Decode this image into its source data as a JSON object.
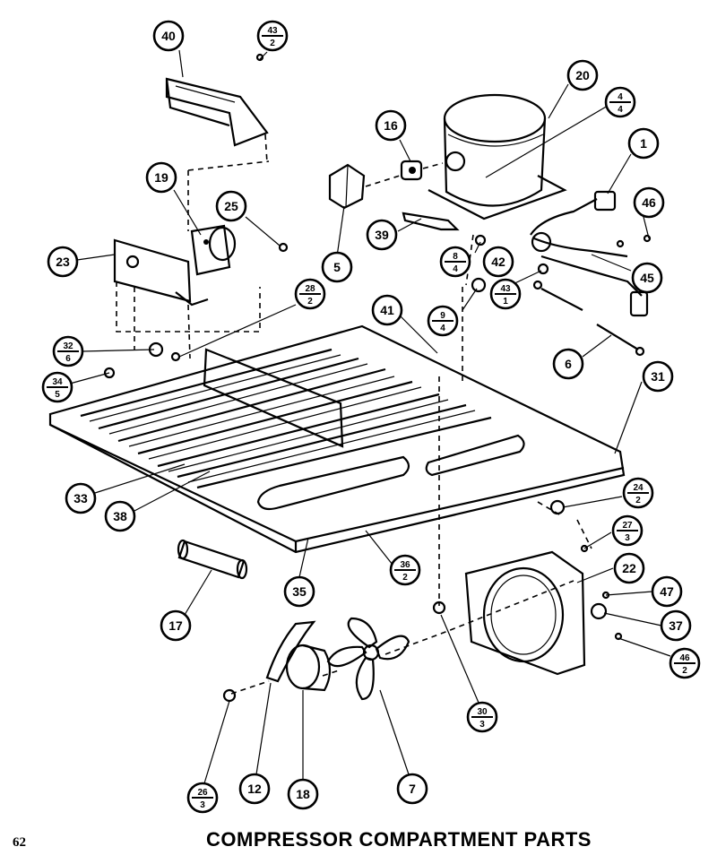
{
  "page_number": "62",
  "caption": "COMPRESSOR COMPARTMENT PARTS",
  "callouts": [
    {
      "id": "40",
      "top": "40"
    },
    {
      "id": "43-2",
      "top": "43",
      "bottom": "2"
    },
    {
      "id": "20",
      "top": "20"
    },
    {
      "id": "16",
      "top": "16"
    },
    {
      "id": "4-4",
      "top": "4",
      "bottom": "4"
    },
    {
      "id": "1",
      "top": "1"
    },
    {
      "id": "19",
      "top": "19"
    },
    {
      "id": "25",
      "top": "25"
    },
    {
      "id": "46-top",
      "top": "46"
    },
    {
      "id": "39",
      "top": "39"
    },
    {
      "id": "5",
      "top": "5"
    },
    {
      "id": "8-4",
      "top": "8",
      "bottom": "4"
    },
    {
      "id": "42",
      "top": "42"
    },
    {
      "id": "45",
      "top": "45"
    },
    {
      "id": "23",
      "top": "23"
    },
    {
      "id": "28-2",
      "top": "28",
      "bottom": "2"
    },
    {
      "id": "43-1",
      "top": "43",
      "bottom": "1"
    },
    {
      "id": "41",
      "top": "41"
    },
    {
      "id": "9-4",
      "top": "9",
      "bottom": "4"
    },
    {
      "id": "32-6",
      "top": "32",
      "bottom": "6"
    },
    {
      "id": "6",
      "top": "6"
    },
    {
      "id": "34-5",
      "top": "34",
      "bottom": "5"
    },
    {
      "id": "31",
      "top": "31"
    },
    {
      "id": "33",
      "top": "33"
    },
    {
      "id": "38",
      "top": "38"
    },
    {
      "id": "24-2",
      "top": "24",
      "bottom": "2"
    },
    {
      "id": "27-3",
      "top": "27",
      "bottom": "3"
    },
    {
      "id": "36-2",
      "top": "36",
      "bottom": "2"
    },
    {
      "id": "22",
      "top": "22"
    },
    {
      "id": "35",
      "top": "35"
    },
    {
      "id": "47",
      "top": "47"
    },
    {
      "id": "17",
      "top": "17"
    },
    {
      "id": "37",
      "top": "37"
    },
    {
      "id": "46-2",
      "top": "46",
      "bottom": "2"
    },
    {
      "id": "30-3",
      "top": "30",
      "bottom": "3"
    },
    {
      "id": "26-3",
      "top": "26",
      "bottom": "3"
    },
    {
      "id": "12",
      "top": "12"
    },
    {
      "id": "18",
      "top": "18"
    },
    {
      "id": "7",
      "top": "7"
    }
  ]
}
